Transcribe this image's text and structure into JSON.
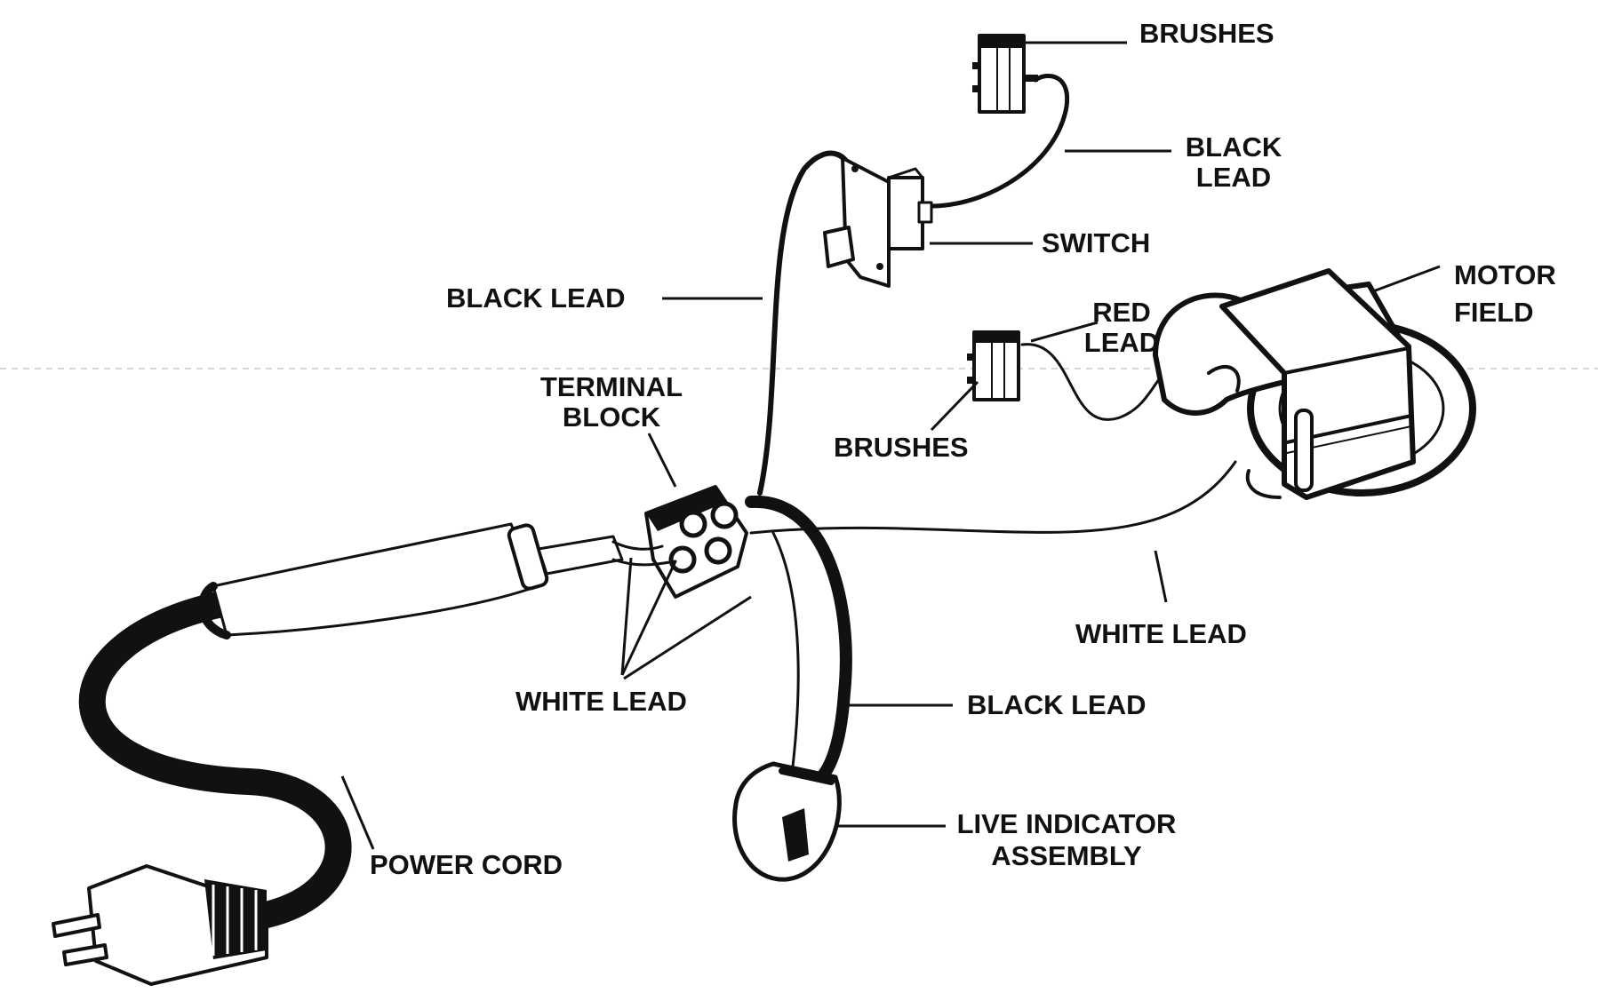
{
  "diagram": {
    "labels": {
      "brushes_top": "BRUSHES",
      "black_lead_top_1": "BLACK",
      "black_lead_top_2": "LEAD",
      "switch": "SWITCH",
      "motor_field_1": "MOTOR",
      "motor_field_2": "FIELD",
      "black_lead_left": "BLACK LEAD",
      "red_lead_1": "RED",
      "red_lead_2": "LEAD",
      "terminal_block_1": "TERMINAL",
      "terminal_block_2": "BLOCK",
      "brushes_middle": "BRUSHES",
      "white_lead_right": "WHITE LEAD",
      "white_lead_center": "WHITE LEAD",
      "black_lead_bottom": "BLACK LEAD",
      "live_indicator_1": "LIVE INDICATOR",
      "live_indicator_2": "ASSEMBLY",
      "power_cord": "POWER CORD"
    }
  }
}
